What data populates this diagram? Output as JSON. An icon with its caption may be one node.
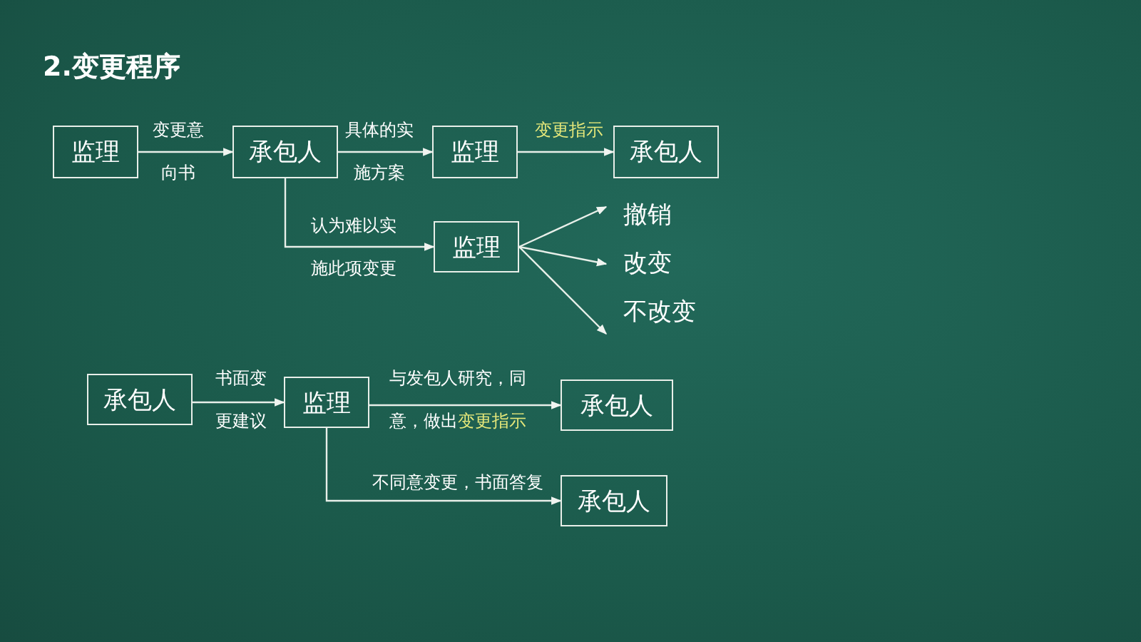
{
  "diagram": {
    "title": "2.变更程序",
    "nodes": [
      {
        "text": [
          "监理"
        ]
      },
      {
        "text": [
          "承包人"
        ]
      },
      {
        "text": [
          "监理"
        ]
      },
      {
        "text": [
          "承包人"
        ]
      },
      {
        "text": [
          "监理"
        ]
      },
      {
        "text": [
          "撤销"
        ]
      },
      {
        "text": [
          "改变"
        ]
      },
      {
        "text": [
          "不改变"
        ]
      },
      {
        "text": [
          "承包人"
        ]
      },
      {
        "text": [
          "监理"
        ]
      },
      {
        "text": [
          "承包人"
        ]
      },
      {
        "text": [
          "承包人"
        ]
      }
    ],
    "edges": [
      {
        "from": 0,
        "to": 1,
        "arrow": "to",
        "label": "变更意向书"
      },
      {
        "from": 1,
        "to": 2,
        "arrow": "to",
        "label": "具体的实施方案"
      },
      {
        "from": 2,
        "to": 3,
        "arrow": "to",
        "label": "变更指示"
      },
      {
        "from": 1,
        "to": 4,
        "arrow": "to",
        "label": "认为难以实施此项变更"
      },
      {
        "from": 4,
        "to": 5,
        "arrow": "to"
      },
      {
        "from": 4,
        "to": 6,
        "arrow": "to"
      },
      {
        "from": 4,
        "to": 7,
        "arrow": "to"
      },
      {
        "from": 8,
        "to": 9,
        "arrow": "to",
        "label": "书面变更建议"
      },
      {
        "from": 9,
        "to": 10,
        "arrow": "to",
        "label": "与发包人研究，同意，做出**变更指示**"
      },
      {
        "from": 9,
        "to": 11,
        "arrow": "to",
        "label": "不同意变更，书面答复"
      }
    ]
  }
}
